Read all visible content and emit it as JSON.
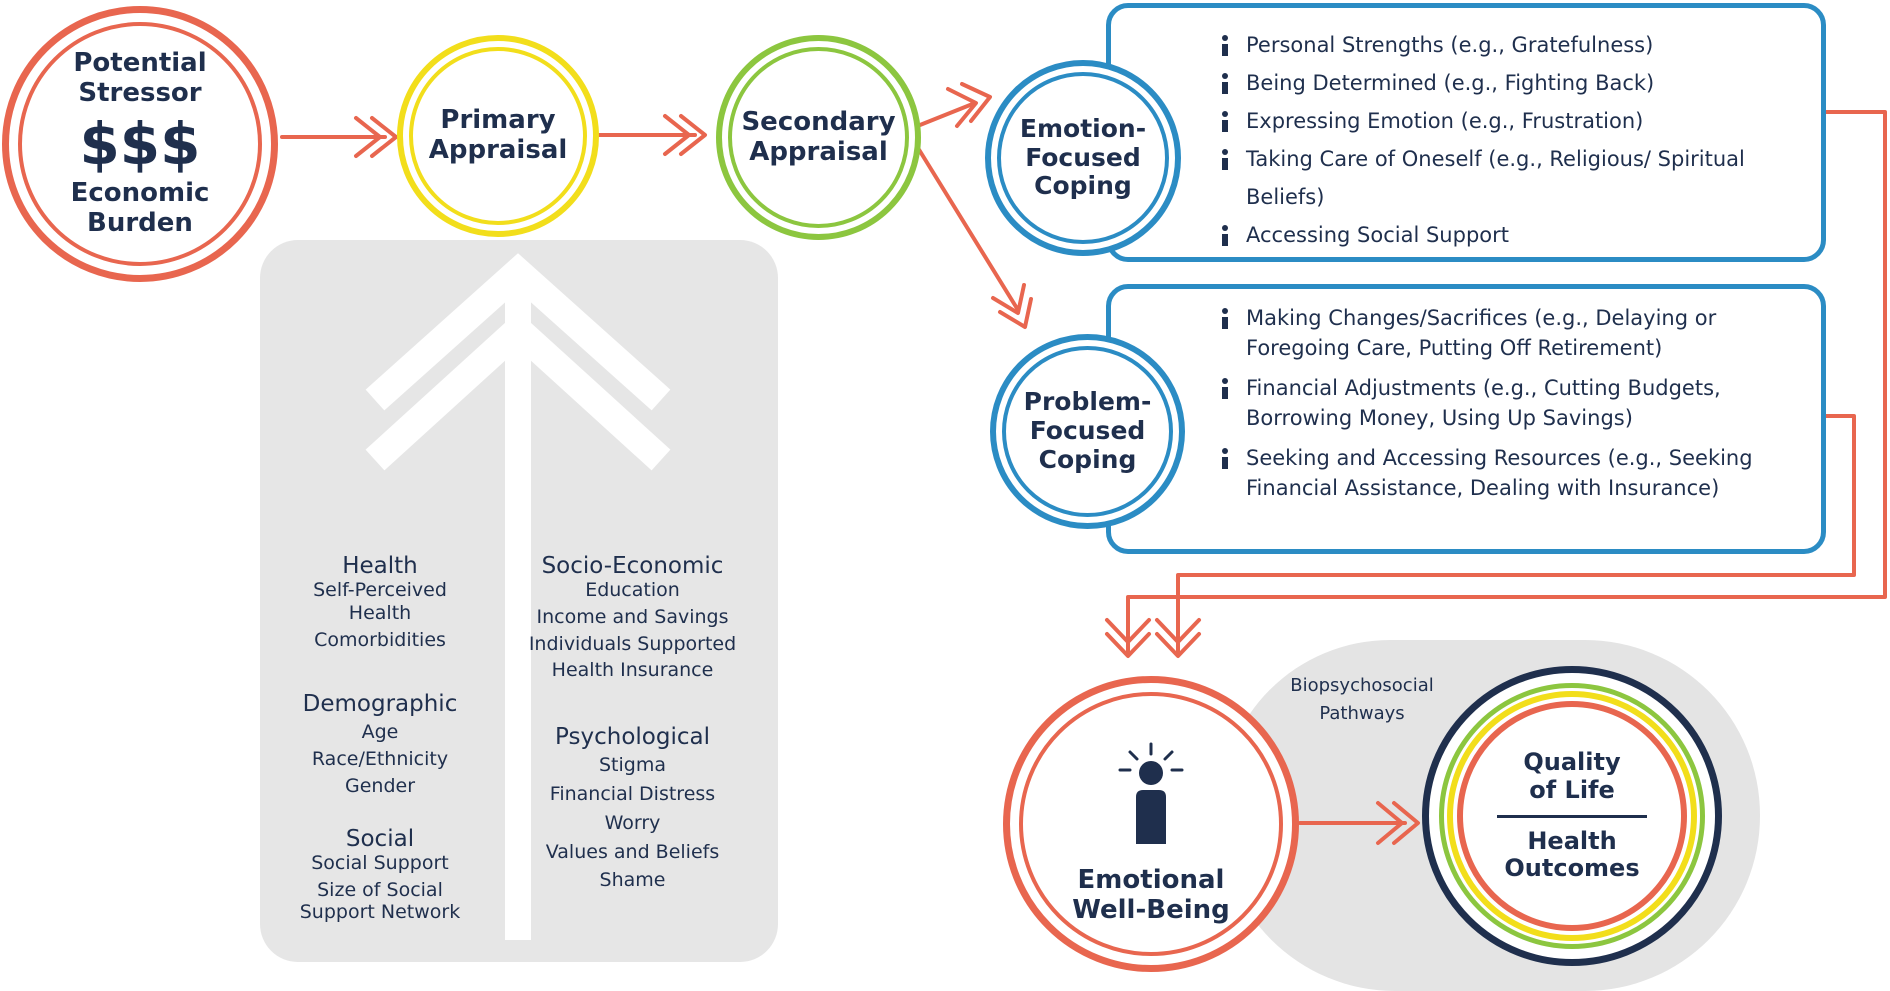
{
  "stressor": {
    "title_line1": "Potential",
    "title_line2": "Stressor",
    "symbol": "$$$",
    "subtitle_line1": "Economic",
    "subtitle_line2": "Burden"
  },
  "primary_appraisal": {
    "line1": "Primary",
    "line2": "Appraisal"
  },
  "secondary_appraisal": {
    "line1": "Secondary",
    "line2": "Appraisal"
  },
  "emotion_coping": {
    "line1": "Emotion-",
    "line2": "Focused",
    "line3": "Coping",
    "items": [
      "Personal Strengths (e.g., Gratefulness)",
      "Being Determined (e.g., Fighting Back)",
      "Expressing Emotion (e.g., Frustration)",
      "Taking Care of Oneself (e.g., Religious/ Spiritual Beliefs)",
      "Accessing Social Support"
    ]
  },
  "problem_coping": {
    "line1": "Problem-",
    "line2": "Focused",
    "line3": "Coping",
    "items": [
      "Making  Changes/Sacrifices (e.g., Delaying or Foregoing Care, Putting Off Retirement)",
      "Financial Adjustments (e.g., Cutting Budgets, Borrowing Money, Using Up Savings)",
      "Seeking and Accessing Resources (e.g., Seeking Financial Assistance, Dealing with Insurance)"
    ]
  },
  "factors": {
    "health": {
      "heading": "Health",
      "items": [
        "Self-Perceived",
        "Health",
        "Comorbidities"
      ]
    },
    "demographic": {
      "heading": "Demographic",
      "items": [
        "Age",
        "Race/Ethnicity",
        "Gender"
      ]
    },
    "social": {
      "heading": "Social",
      "items": [
        "Social Support",
        "Size of Social",
        "Support Network"
      ]
    },
    "socioeconomic": {
      "heading": "Socio-Economic",
      "items": [
        "Education",
        "Income and Savings",
        "Individuals Supported",
        "Health  Insurance"
      ]
    },
    "psychological": {
      "heading": "Psychological",
      "items": [
        "Stigma",
        "Financial Distress",
        "Worry",
        "Values and Beliefs",
        "Shame"
      ]
    }
  },
  "wellbeing": {
    "line1": "Emotional",
    "line2": "Well-Being"
  },
  "pathways": {
    "line1": "Biopsychosocial",
    "line2": "Pathways"
  },
  "outcomes": {
    "top_line1": "Quality",
    "top_line2": "of Life",
    "bottom_line1": "Health",
    "bottom_line2": "Outcomes"
  },
  "colors": {
    "red": "#e8664f",
    "yellow": "#f2de1b",
    "green": "#8cc63f",
    "blue": "#2b8cc4",
    "navy": "#1f2f4d",
    "grey_panel": "#e6e6e6"
  }
}
